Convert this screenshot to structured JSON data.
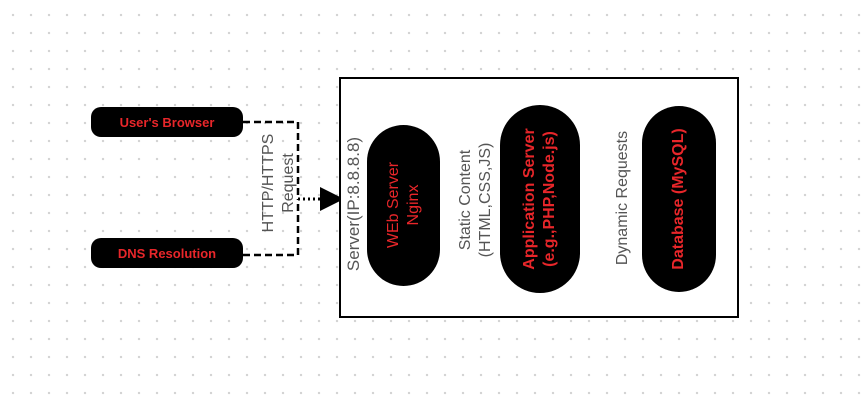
{
  "nodes": {
    "browser": "User's Browser",
    "dns": "DNS Resolution",
    "web_server": [
      "WEb Server",
      "Nginx"
    ],
    "app_server": [
      "Application Server",
      "(e.g.,PHP,Node.js)"
    ],
    "database": "Database (MySQL)"
  },
  "labels": {
    "request": [
      "HTTP/HTTPS",
      "Request"
    ],
    "server": "Server(IP:8.8.8.8)",
    "static": [
      "Static Content",
      "(HTML,CSS,JS)"
    ],
    "dynamic": "Dynamic Requests"
  },
  "colors": {
    "node_fill": "#000000",
    "node_text": "#e8262a",
    "label_text": "#555555"
  }
}
